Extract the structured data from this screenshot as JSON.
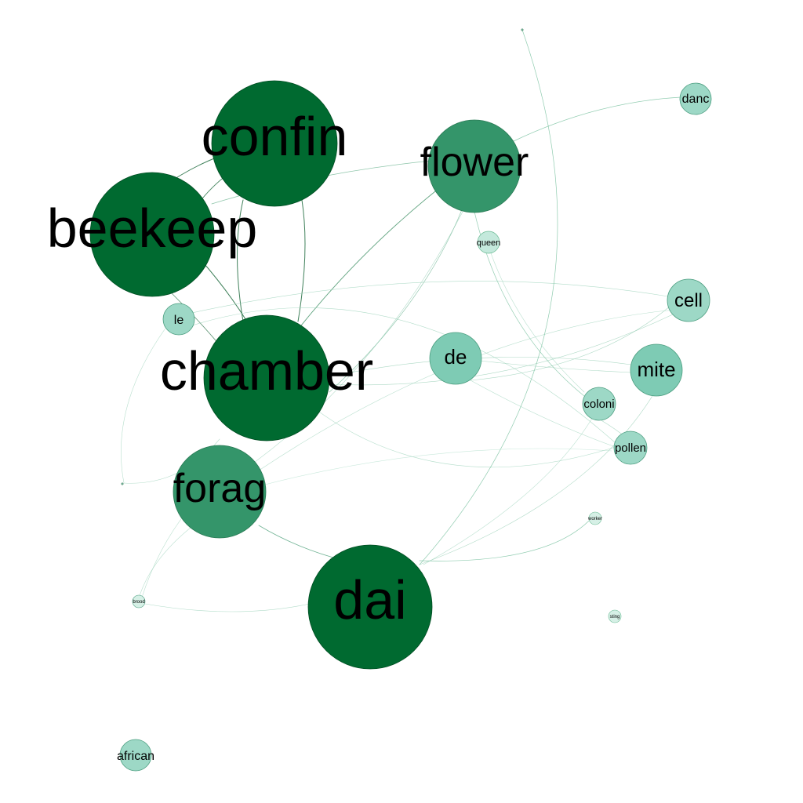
{
  "colors": {
    "background": "#ffffff",
    "node_dark": "#006a30",
    "node_medium": "#34956a",
    "node_light": "#7ecbb4",
    "node_pale": "#9dd8c6",
    "node_outline": "#004d22",
    "edge": "#2e8b57"
  },
  "graph": {
    "nodes": [
      {
        "id": "confin",
        "label": "confin",
        "weight": "dark"
      },
      {
        "id": "beekeep",
        "label": "beekeep",
        "weight": "dark"
      },
      {
        "id": "chamber",
        "label": "chamber",
        "weight": "dark"
      },
      {
        "id": "dai",
        "label": "dai",
        "weight": "dark"
      },
      {
        "id": "flower",
        "label": "flower",
        "weight": "medium"
      },
      {
        "id": "forag",
        "label": "forag",
        "weight": "medium"
      },
      {
        "id": "de",
        "label": "de",
        "weight": "light"
      },
      {
        "id": "mite",
        "label": "mite",
        "weight": "light"
      },
      {
        "id": "cell",
        "label": "cell",
        "weight": "pale"
      },
      {
        "id": "danc",
        "label": "danc",
        "weight": "pale"
      },
      {
        "id": "le",
        "label": "le",
        "weight": "pale"
      },
      {
        "id": "coloni",
        "label": "coloni",
        "weight": "pale"
      },
      {
        "id": "pollen",
        "label": "pollen",
        "weight": "pale"
      },
      {
        "id": "queen",
        "label": "queen",
        "weight": "pale"
      },
      {
        "id": "african",
        "label": "african",
        "weight": "pale"
      },
      {
        "id": "worker",
        "label": "worker",
        "weight": "pale"
      },
      {
        "id": "brood",
        "label": "brood",
        "weight": "pale"
      },
      {
        "id": "sting",
        "label": "sting",
        "weight": "pale"
      }
    ],
    "edges": [
      {
        "source": "confin",
        "target": "beekeep"
      },
      {
        "source": "confin",
        "target": "chamber"
      },
      {
        "source": "beekeep",
        "target": "chamber"
      },
      {
        "source": "chamber",
        "target": "flower"
      },
      {
        "source": "chamber",
        "target": "de"
      },
      {
        "source": "chamber",
        "target": "cell"
      },
      {
        "source": "chamber",
        "target": "mite"
      },
      {
        "source": "chamber",
        "target": "pollen"
      },
      {
        "source": "chamber",
        "target": "le"
      },
      {
        "source": "beekeep",
        "target": "flower"
      },
      {
        "source": "beekeep",
        "target": "le"
      },
      {
        "source": "flower",
        "target": "danc"
      },
      {
        "source": "flower",
        "target": "coloni"
      },
      {
        "source": "flower",
        "target": "forag"
      },
      {
        "source": "le",
        "target": "cell"
      },
      {
        "source": "le",
        "target": "pollen"
      },
      {
        "source": "de",
        "target": "mite"
      },
      {
        "source": "de",
        "target": "cell"
      },
      {
        "source": "forag",
        "target": "dai"
      },
      {
        "source": "forag",
        "target": "cell"
      },
      {
        "source": "forag",
        "target": "brood"
      },
      {
        "source": "dai",
        "target": "worker"
      },
      {
        "source": "dai",
        "target": "brood"
      },
      {
        "source": "dai",
        "target": "mite"
      },
      {
        "source": "dai",
        "target": "coloni"
      },
      {
        "source": "coloni",
        "target": "queen"
      },
      {
        "source": "pollen",
        "target": "forag"
      }
    ]
  }
}
